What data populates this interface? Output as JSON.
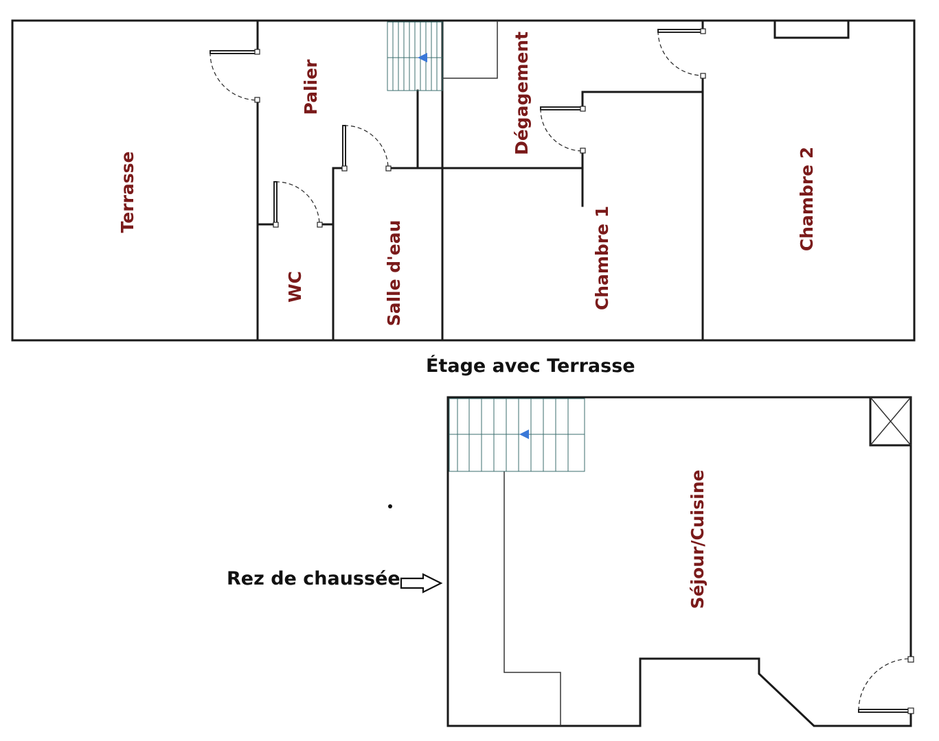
{
  "captions": {
    "upper_floor": "Étage avec Terrasse",
    "ground_floor": "Rez de chaussée"
  },
  "rooms": {
    "terrasse": "Terrasse",
    "palier": "Palier",
    "wc": "WC",
    "salle_eau": "Salle d'eau",
    "degagement": "Dégagement",
    "chambre1": "Chambre 1",
    "chambre2": "Chambre 2",
    "sejour_cuisine": "Séjour/Cuisine"
  }
}
